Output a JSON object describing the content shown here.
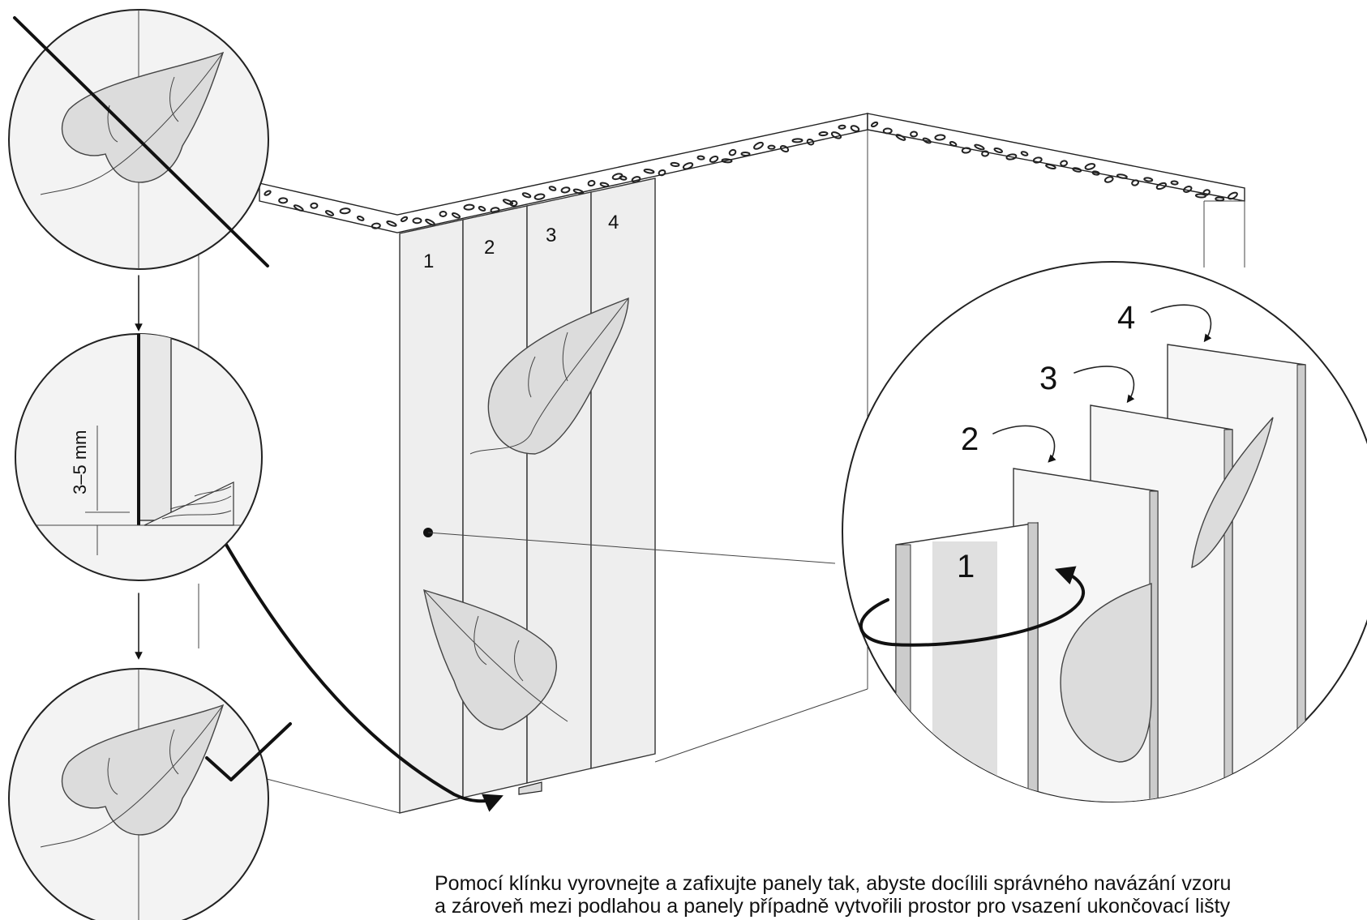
{
  "panel_labels": [
    "1",
    "2",
    "3",
    "4"
  ],
  "zoom_labels": [
    "1",
    "2",
    "3",
    "4"
  ],
  "gap_label": "3–5 mm",
  "caption": {
    "line1": "Pomocí klínku vyrovnejte a zafixujte panely tak, abyste docílili správného navázání vzoru",
    "line2": "a zároveň mezi podlahou a panely případně vytvořili prostor pro vsazení ukončovací lišty"
  },
  "colors": {
    "panel": "#eeeeee",
    "leaf": "#dcdcdc",
    "ink": "#222222"
  }
}
